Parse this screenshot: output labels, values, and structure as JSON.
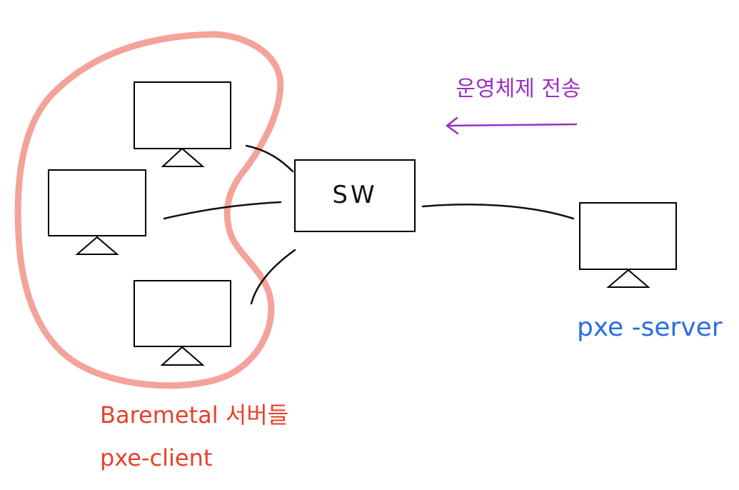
{
  "switch": {
    "label": "SW"
  },
  "transfer": {
    "label": "운영체제 전송",
    "color": "#9b2fc4"
  },
  "server": {
    "label": "pxe -server",
    "color": "#2a6fe0"
  },
  "clients": {
    "group_label": "Baremetal 서버들",
    "role_label": "pxe-client",
    "label_color": "#e8402a",
    "outline_color": "#f4a39a"
  }
}
